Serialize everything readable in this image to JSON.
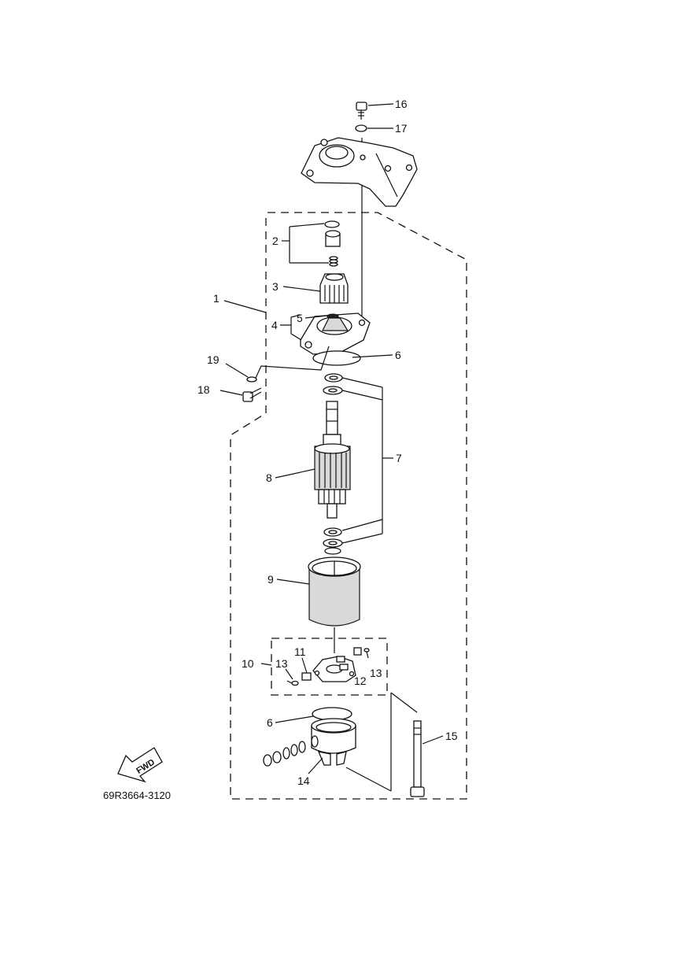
{
  "callouts": [
    "1",
    "2",
    "3",
    "4",
    "5",
    "6",
    "6",
    "7",
    "8",
    "9",
    "10",
    "11",
    "12",
    "13",
    "13",
    "14",
    "15",
    "16",
    "17",
    "18",
    "19"
  ],
  "direction_badge": "FWD",
  "figure_code": "69R3664-3120"
}
